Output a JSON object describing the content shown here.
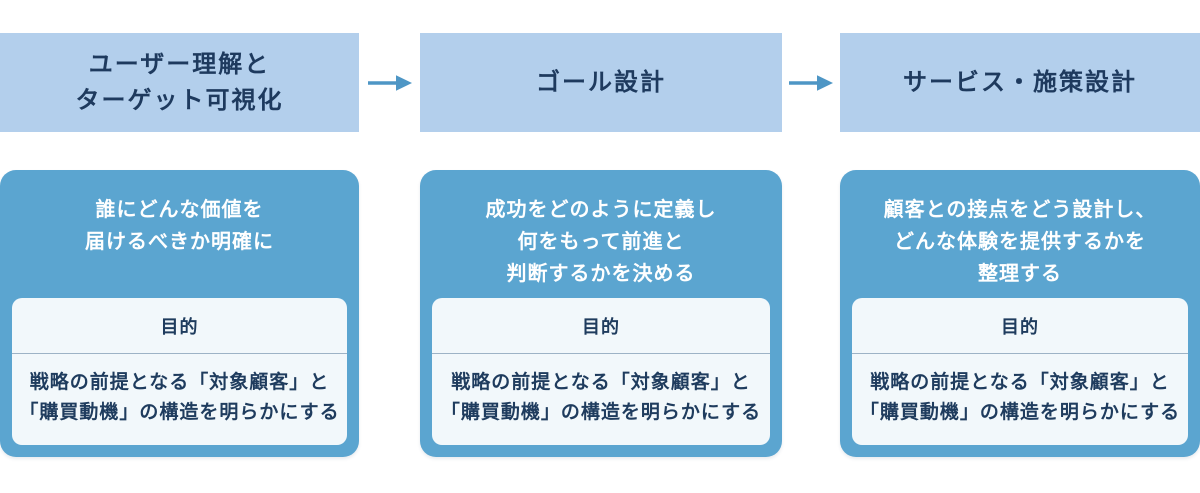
{
  "colors": {
    "page_bg": "#ffffff",
    "header_bg": "#b3cfec",
    "header_text": "#1e3a5e",
    "card_bg": "#5ba5d0",
    "card_text": "#ffffff",
    "inner_bg": "#f2f8fb",
    "inner_text": "#1f3c5e",
    "divider": "#9db3c6",
    "arrow": "#4e96c5"
  },
  "stages": [
    {
      "header": "ユーザー理解と\nターゲット可視化",
      "summary": "誰にどんな価値を\n届けるべきか明確に",
      "purpose_label": "目的",
      "purpose_text": "戦略の前提となる「対象顧客」と\n「購買動機」の構造を明らかにする"
    },
    {
      "header": "ゴール設計",
      "summary": "成功をどのように定義し\n何をもって前進と\n判断するかを決める",
      "purpose_label": "目的",
      "purpose_text": "戦略の前提となる「対象顧客」と\n「購買動機」の構造を明らかにする"
    },
    {
      "header": "サービス・施策設計",
      "summary": "顧客との接点をどう設計し、\nどんな体験を提供するかを\n整理する",
      "purpose_label": "目的",
      "purpose_text": "戦略の前提となる「対象顧客」と\n「購買動機」の構造を明らかにする"
    }
  ]
}
